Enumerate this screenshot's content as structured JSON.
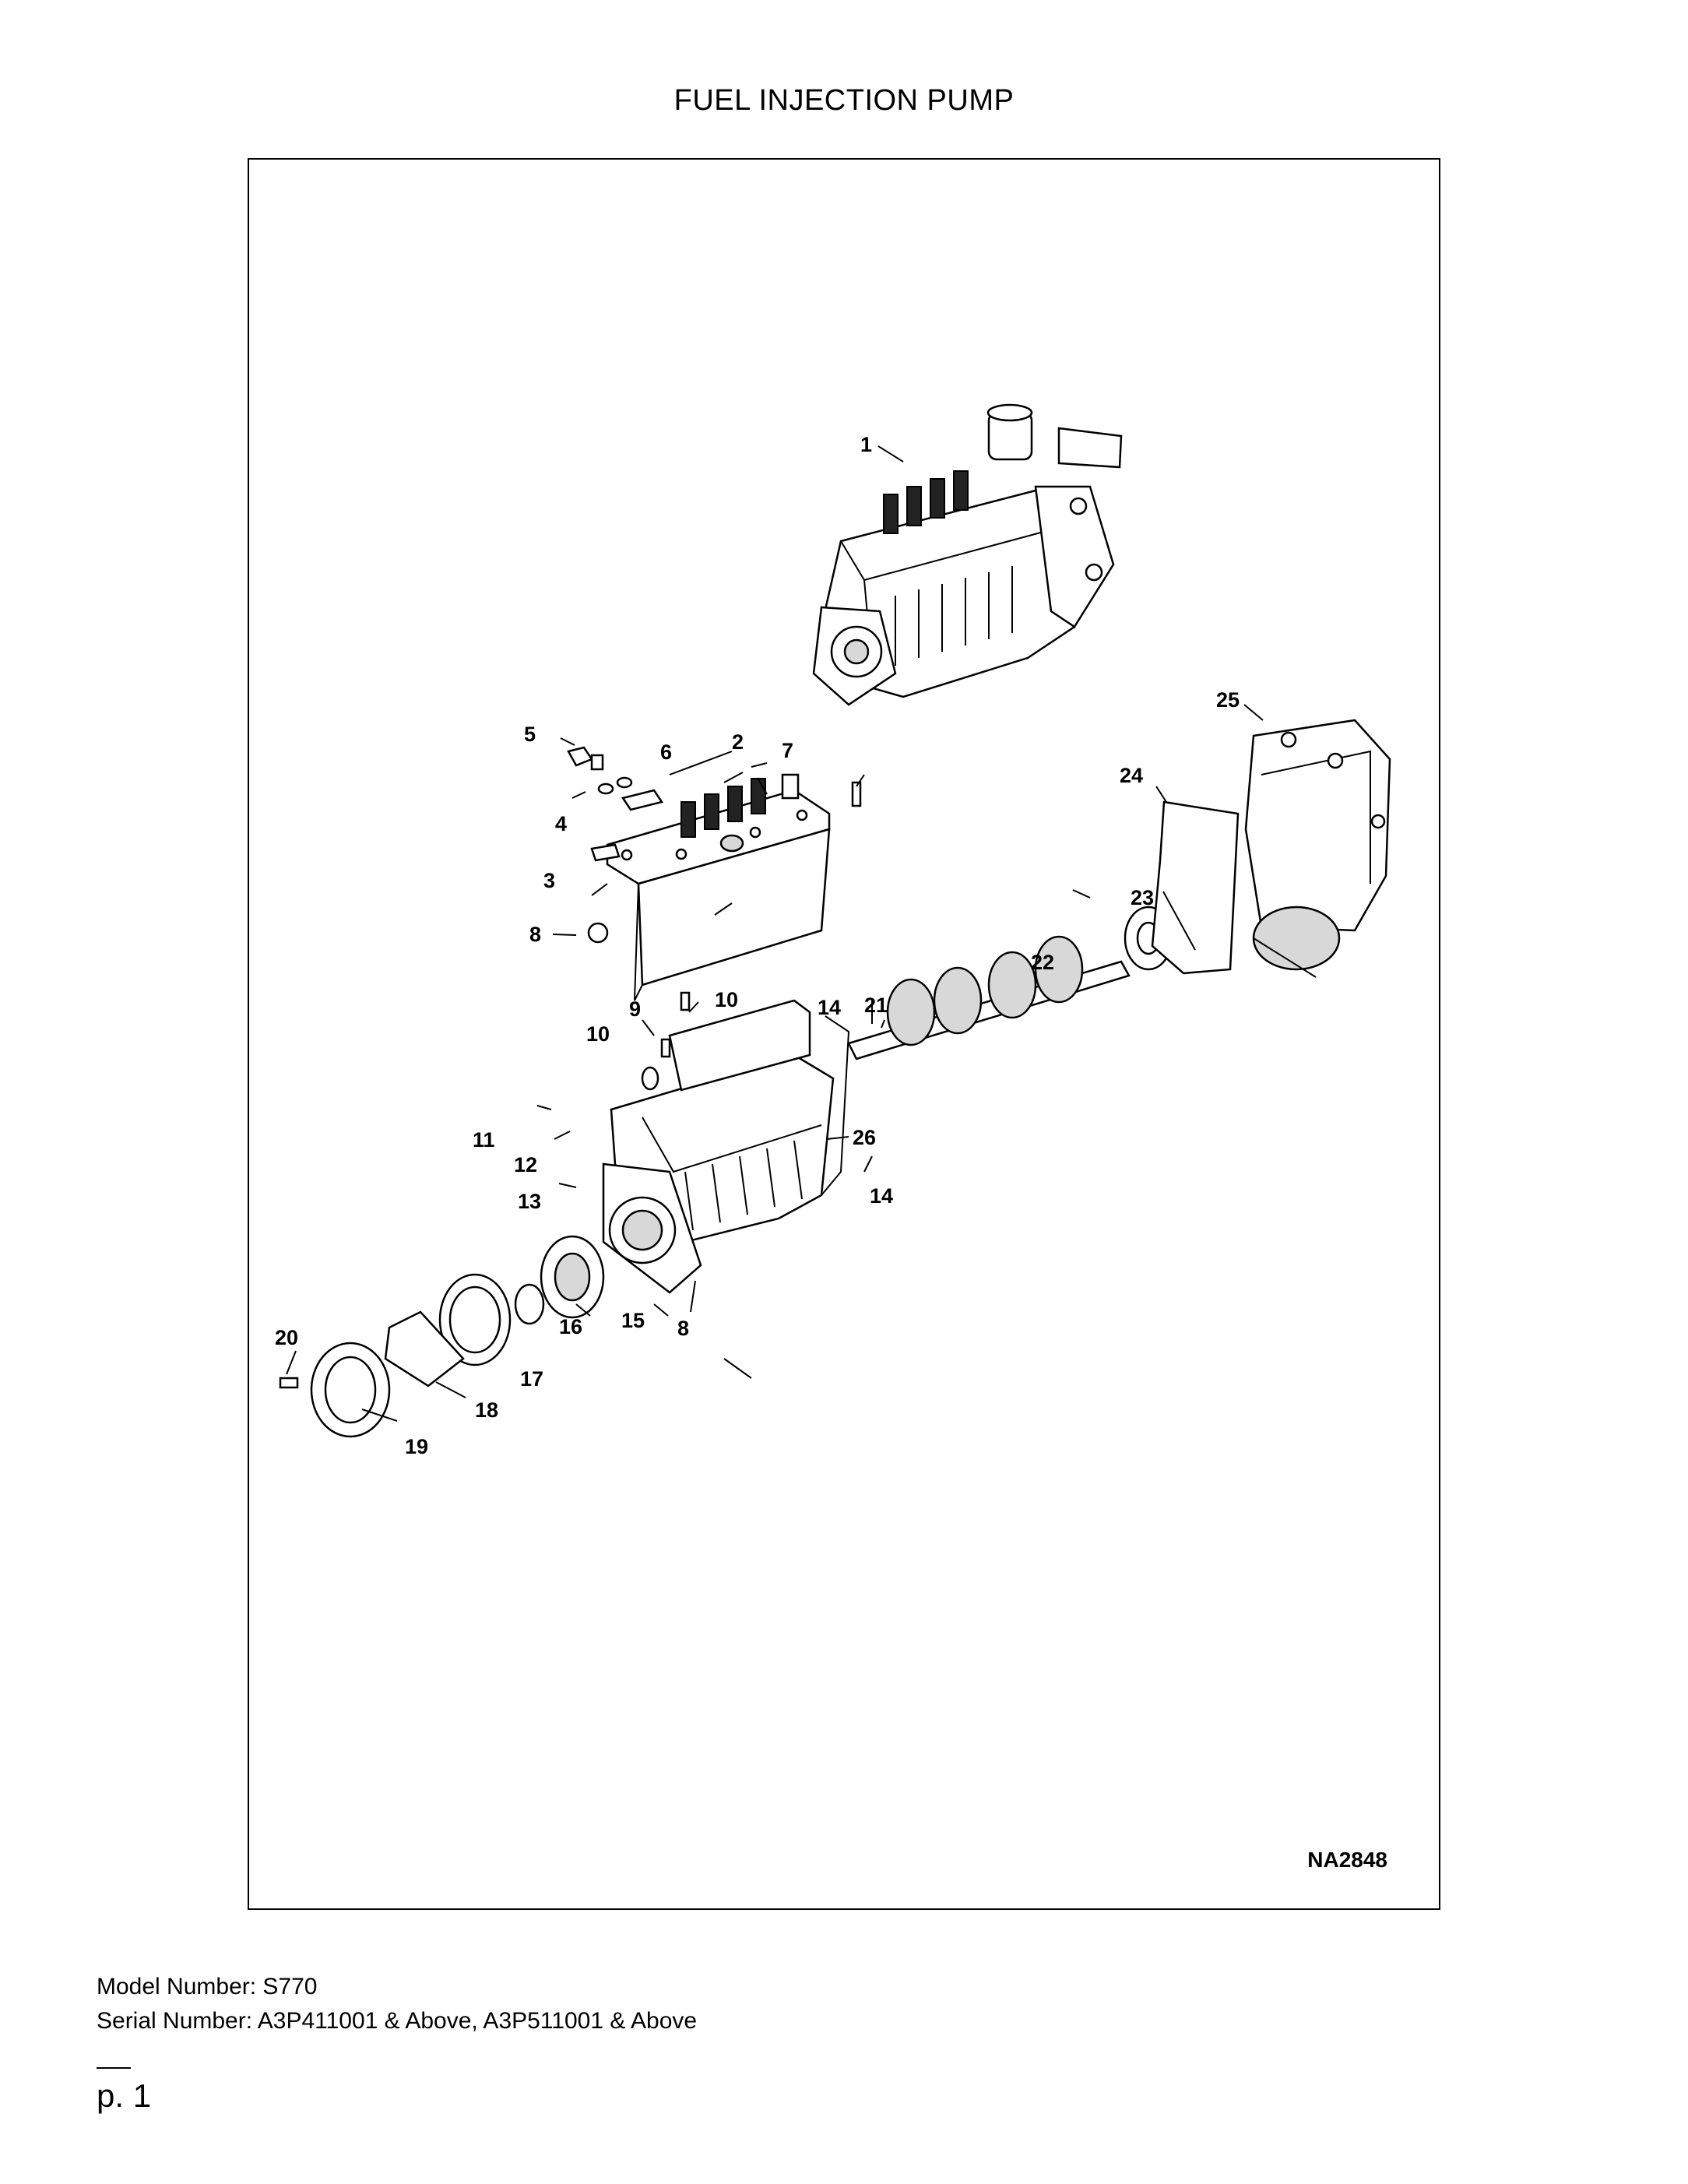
{
  "page": {
    "title": "FUEL INJECTION PUMP",
    "drawing_number": "NA2848",
    "model_label": "Model Number: S770",
    "serial_label": "Serial Number: A3P411001 & Above, A3P511001 & Above",
    "page_number": "p. 1"
  },
  "callouts": [
    {
      "id": "c1",
      "label": "1"
    },
    {
      "id": "c2",
      "label": "2"
    },
    {
      "id": "c3",
      "label": "3"
    },
    {
      "id": "c4",
      "label": "4"
    },
    {
      "id": "c5",
      "label": "5"
    },
    {
      "id": "c6",
      "label": "6"
    },
    {
      "id": "c7",
      "label": "7"
    },
    {
      "id": "c8a",
      "label": "8"
    },
    {
      "id": "c8b",
      "label": "8"
    },
    {
      "id": "c9",
      "label": "9"
    },
    {
      "id": "c10a",
      "label": "10"
    },
    {
      "id": "c10b",
      "label": "10"
    },
    {
      "id": "c11",
      "label": "11"
    },
    {
      "id": "c12",
      "label": "12"
    },
    {
      "id": "c13",
      "label": "13"
    },
    {
      "id": "c14a",
      "label": "14"
    },
    {
      "id": "c14b",
      "label": "14"
    },
    {
      "id": "c15",
      "label": "15"
    },
    {
      "id": "c16",
      "label": "16"
    },
    {
      "id": "c17",
      "label": "17"
    },
    {
      "id": "c18",
      "label": "18"
    },
    {
      "id": "c19",
      "label": "19"
    },
    {
      "id": "c20",
      "label": "20"
    },
    {
      "id": "c21",
      "label": "21"
    },
    {
      "id": "c22",
      "label": "22"
    },
    {
      "id": "c23",
      "label": "23"
    },
    {
      "id": "c24",
      "label": "24"
    },
    {
      "id": "c25",
      "label": "25"
    },
    {
      "id": "c26",
      "label": "26"
    }
  ]
}
